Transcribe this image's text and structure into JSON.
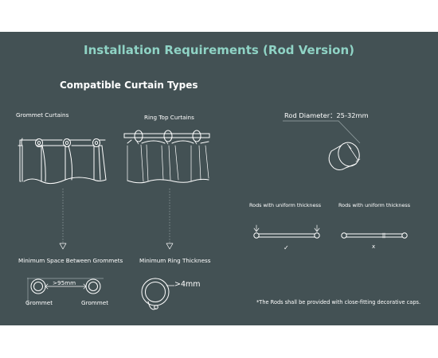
{
  "header": {
    "title": "Installation Requirements (Rod Version)",
    "subtitle": "Compatible Curtain Types"
  },
  "curtains": {
    "grommet_label": "Grommet Curtains",
    "ring_label": "Ring Top Curtains"
  },
  "rod": {
    "diameter_label": "Rod Diameter：25-32mm",
    "uniform_label_left": "Rods with uniform thickness",
    "uniform_label_right": "Rods with uniform thickness",
    "correct_mark": "✓",
    "wrong_mark": "x",
    "note": "*The Rods shall be provided with close-fitting decorative caps."
  },
  "requirements": {
    "grommet_space_label": "Minimum Space Between Grommets",
    "grommet_space_value": ">95mm",
    "grommet_left": "Grommet",
    "grommet_right": "Grommet",
    "ring_thickness_label": "Minimum Ring Thickness",
    "ring_thickness_value": ">4mm"
  },
  "colors": {
    "background": "#435154",
    "accent": "#8fd3c5",
    "line": "#ffffff"
  }
}
